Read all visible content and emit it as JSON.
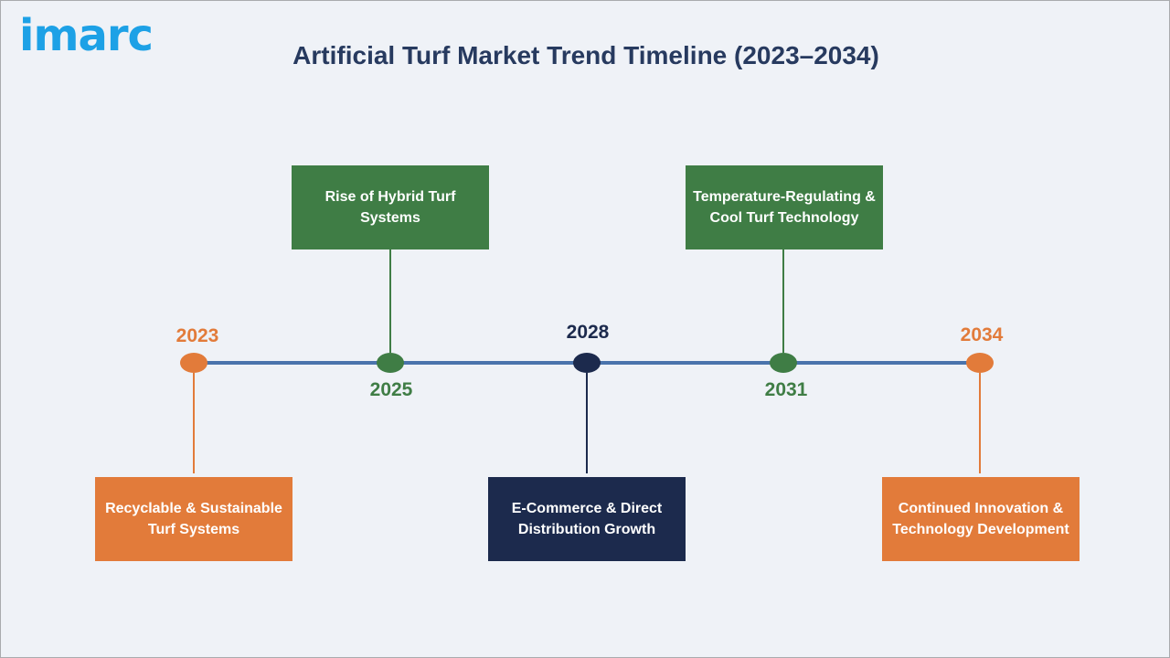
{
  "logo": {
    "text": "imarc"
  },
  "title": "Artificial Turf Market Trend Timeline (2023–2034)",
  "milestones": [
    {
      "year": "2023",
      "label": "Recyclable & Sustainable Turf Systems",
      "color": "#e27b3a"
    },
    {
      "year": "2025",
      "label": "Rise of Hybrid Turf Systems",
      "color": "#3f7d45"
    },
    {
      "year": "2028",
      "label": "E-Commerce & Direct Distribution Growth",
      "color": "#1c2a4d"
    },
    {
      "year": "2031",
      "label": "Temperature-Regulating & Cool Turf Technology",
      "color": "#3f7d45"
    },
    {
      "year": "2034",
      "label": "Continued Innovation & Technology Development",
      "color": "#e27b3a"
    }
  ],
  "colors": {
    "axis": "#4a74ac",
    "title": "#273a5f",
    "logo": "#1da1e6",
    "background": "#eff2f7"
  }
}
